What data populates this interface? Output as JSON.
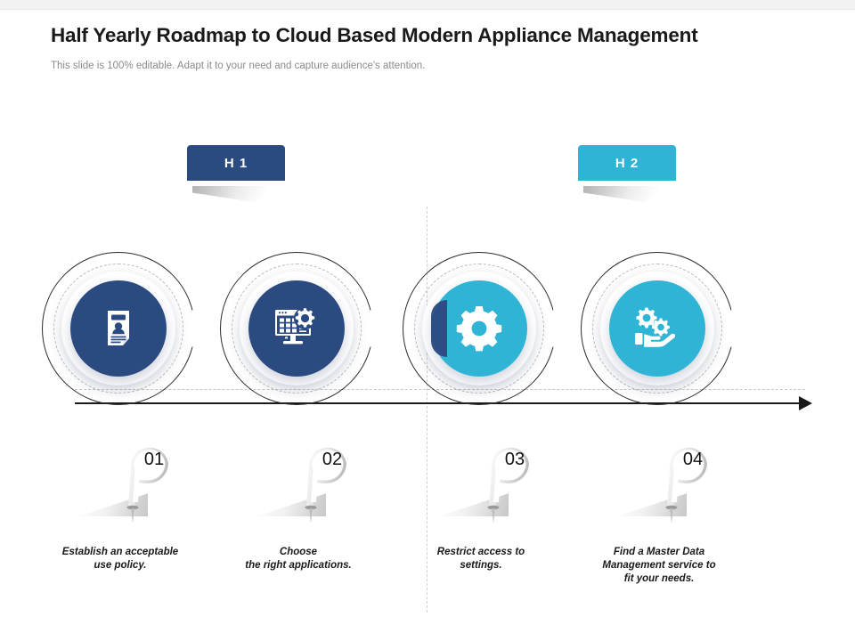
{
  "header": {
    "title": "Half Yearly Roadmap to Cloud Based Modern Appliance Management",
    "subtitle": "This slide is 100% editable. Adapt it to your need and capture audience's attention."
  },
  "colors": {
    "navy": "#2b4a80",
    "cyan": "#2fb4d6",
    "axis": "#1a1a1a",
    "text": "#1a1a1a",
    "subtitle": "#8a8a8a",
    "dashed_ring": "#bdbdbd",
    "pin_gray": "#cfcfcf"
  },
  "periods": [
    {
      "label": "H 1",
      "color": "#2b4a80"
    },
    {
      "label": "H 2",
      "color": "#2fb4d6"
    }
  ],
  "milestones": [
    {
      "number": "01",
      "icon": "id-document-person-icon",
      "color": "navy",
      "caption": "Establish  an acceptable\nuse policy."
    },
    {
      "number": "02",
      "icon": "monitor-apps-gear-icon",
      "color": "navy",
      "caption": "Choose\nthe right applications."
    },
    {
      "number": "03",
      "icon": "gear-icon",
      "color": "cyan",
      "caption": "Restrict  access  to\nsettings."
    },
    {
      "number": "04",
      "icon": "hand-holding-gears-icon",
      "color": "cyan",
      "caption": "Find a Master Data\nManagement service  to\nfit your needs."
    }
  ],
  "timeline": {
    "arrow_direction": "right",
    "divider": "dashed-vertical-separator-between-h1-and-h2"
  }
}
